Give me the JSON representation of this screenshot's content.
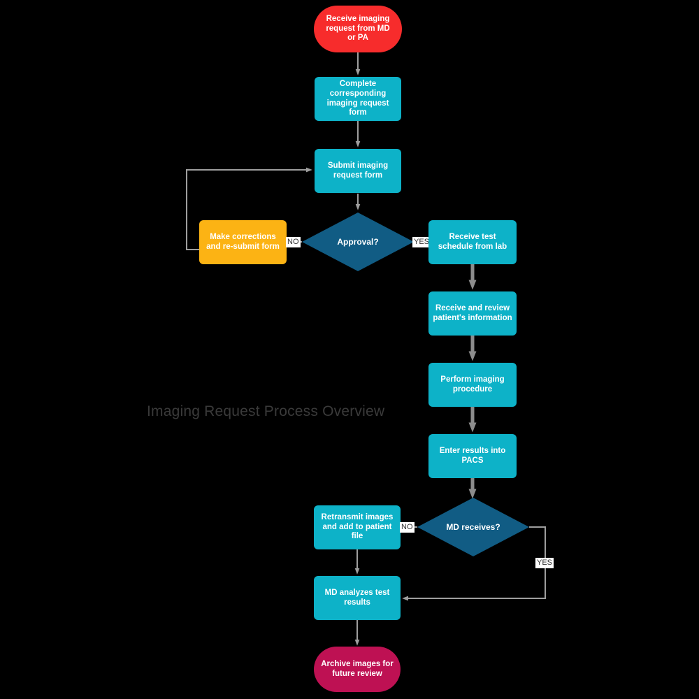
{
  "diagram": {
    "watermark": "Imaging Request Process Overview",
    "background_color": "#000000",
    "colors": {
      "start_terminal": "#F72C2C",
      "end_terminal": "#BE1153",
      "process": "#0DB2C8",
      "decision": "#115C84",
      "alternate_process": "#FCB314",
      "connector_thin": "#9e9e9e",
      "connector_thick": "#8c8c8c",
      "label_background": "#FFFFFF",
      "label_text": "#333333",
      "watermark_text": "#3A3A3A"
    },
    "nodes": {
      "start": "Receive imaging request from MD or PA",
      "complete_form": "Complete corresponding imaging request form",
      "submit_form": "Submit imaging request form",
      "approval_decision": "Approval?",
      "make_corrections": "Make corrections and re-submit form",
      "receive_schedule": "Receive test schedule from lab",
      "review_patient_info": "Receive and review patient's information",
      "perform_imaging": "Perform imaging procedure",
      "enter_results": "Enter results into PACS",
      "md_receives_decision": "MD receives?",
      "retransmit": "Retransmit images and add to patient file",
      "md_analyzes": "MD analyzes test results",
      "archive": "Archive images for future review"
    },
    "edge_labels": {
      "approval_no": "NO",
      "approval_yes": "YES",
      "md_no": "NO",
      "md_yes": "YES"
    }
  }
}
